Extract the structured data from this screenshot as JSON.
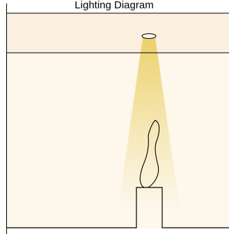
{
  "diagram": {
    "title": "Lighting Diagram",
    "colors": {
      "wall_fill": "#fdf7ec",
      "ceiling_fill": "#fbf0e0",
      "outline": "#000000",
      "beam": "#e8cc57",
      "fixture_fill": "#fbf7e8"
    },
    "elements": {
      "ceiling": "recessed-ceiling-panel",
      "fixture": "downlight-fixture",
      "beam": "light-beam",
      "pedestal": "display-pedestal",
      "sculpture": "sculpture-outline"
    }
  }
}
